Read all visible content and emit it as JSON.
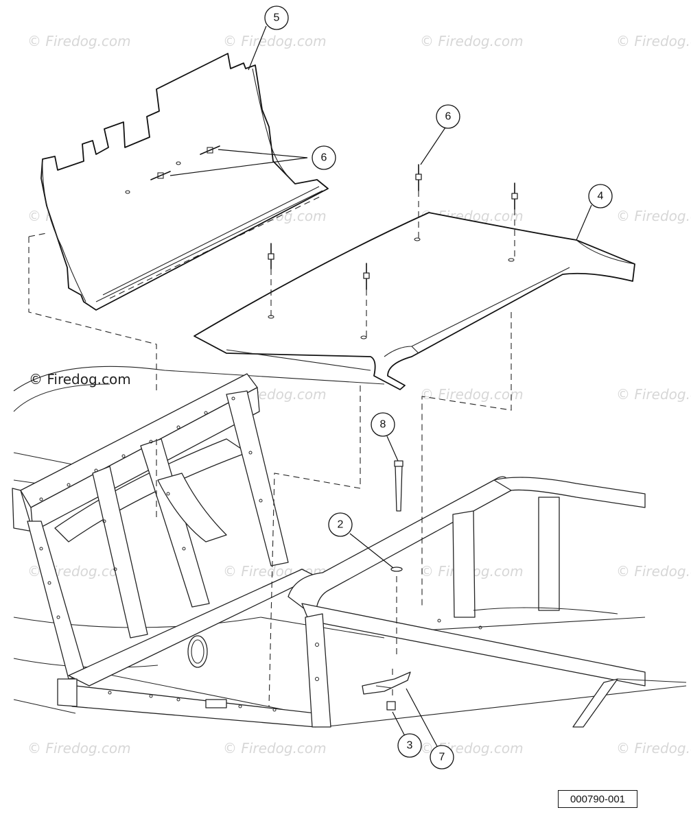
{
  "watermark_text": "© Firedog.com",
  "reference_code": "000790-001",
  "callouts": {
    "c5": "5",
    "c6a": "6",
    "c6b": "6",
    "c4": "4",
    "c8": "8",
    "c2": "2",
    "c3": "3",
    "c7": "7"
  }
}
